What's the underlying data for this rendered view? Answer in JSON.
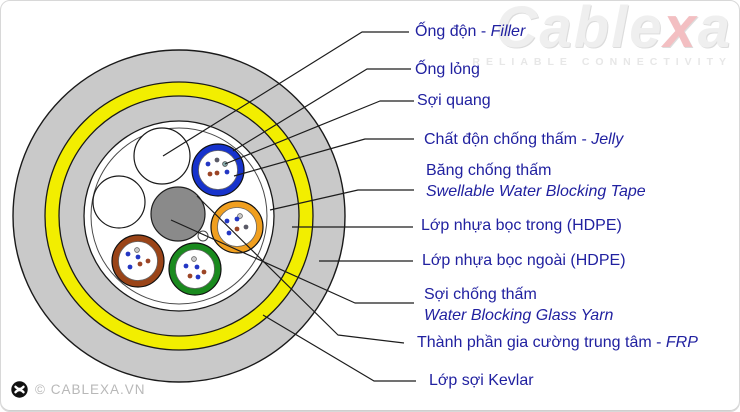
{
  "brand": {
    "name_prefix": "Cable",
    "name_x": "x",
    "name_suffix": "a",
    "tagline": "RELIABLE CONNECTIVITY"
  },
  "footer": {
    "copyright": "© CABLEXA.VN"
  },
  "colors": {
    "label_text": "#2121a0",
    "leader_line": "#1c1c1c",
    "outer_sheath_gray": "#c9c9c9",
    "kevlar_yellow": "#f2ee00",
    "inner_sheath_gray": "#c9c9c9",
    "tape_white": "#ffffff",
    "core_white": "#ffffff",
    "frp_gray": "#8a8a8a",
    "tube_blue": "#1733cc",
    "tube_orange": "#f09f1f",
    "tube_green": "#1a8a1e",
    "tube_brown": "#9a4418",
    "filler_white": "#ffffff"
  },
  "labels": [
    {
      "text": "Ống độn - ",
      "italic": "Filler"
    },
    {
      "text": "Ống lỏng"
    },
    {
      "text": "Sợi quang"
    },
    {
      "text": "Chất độn chống thấm - ",
      "italic": "Jelly"
    },
    {
      "text": "Băng chống thấm",
      "line2_italic": "Swellable Water Blocking Tape"
    },
    {
      "text": "Lớp nhựa bọc trong (HDPE)"
    },
    {
      "text": "Lớp nhựa bọc ngoài (HDPE)"
    },
    {
      "text": "Sợi chống thấm",
      "line2_italic": "Water Blocking Glass Yarn"
    },
    {
      "text": "Thành phần gia cường trung tâm - ",
      "italic": "FRP"
    },
    {
      "text": "Lớp sợi Kevlar"
    }
  ]
}
